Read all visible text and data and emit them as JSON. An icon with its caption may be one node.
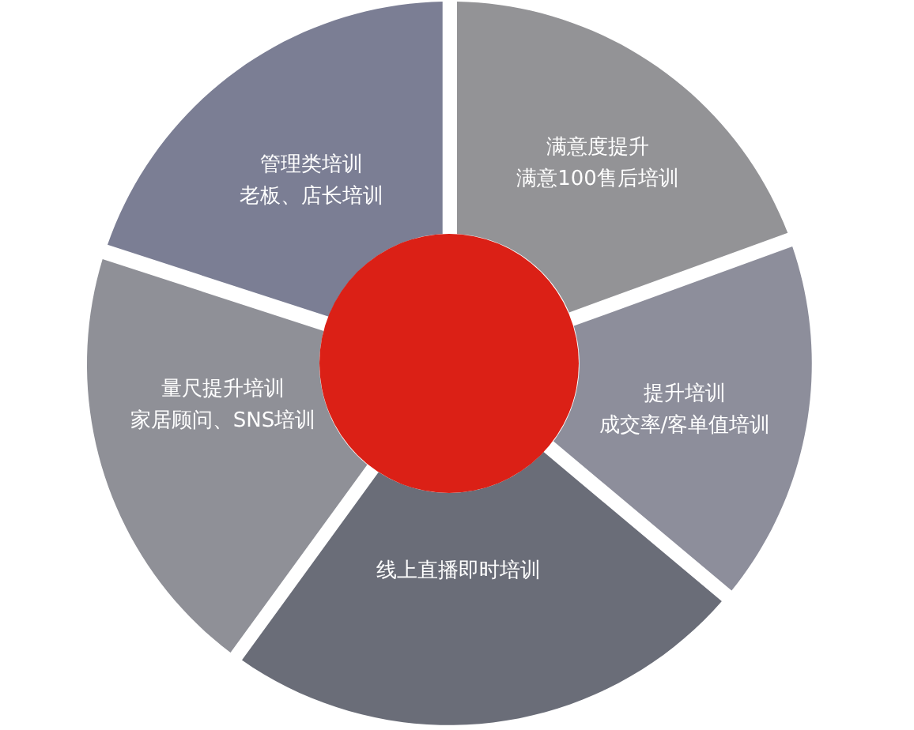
{
  "diagram": {
    "nodes": [
      {
        "text": [
          "管理类培训",
          "老板、店长培训"
        ]
      },
      {
        "text": [
          "满意度提升",
          "满意100售后培训"
        ]
      },
      {
        "text": [
          "量尺提升培训",
          "家居顾问、SNS培训"
        ]
      },
      {
        "text": [
          "提升培训",
          "成交率/客单值培训"
        ]
      },
      {
        "text": [
          "线上直播即时培训"
        ]
      },
      {
        "text": [],
        "shape": "circle"
      }
    ]
  }
}
